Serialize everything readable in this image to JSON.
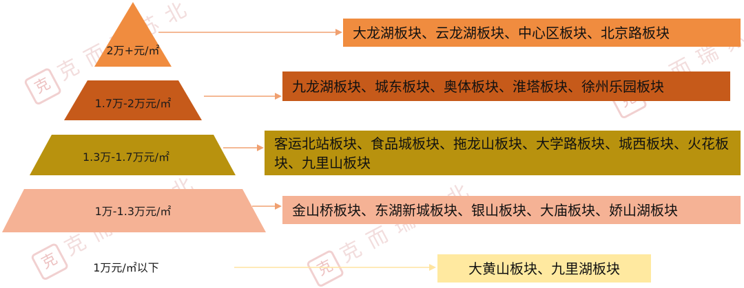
{
  "watermark": {
    "text": "克而瑞苏北",
    "seal": "克"
  },
  "colors": {
    "tier1": "#F08C3F",
    "tier2": "#C65A1A",
    "tier3": "#B8920E",
    "tier4": "#F5B295",
    "tier5": "#FFE9A0",
    "arrow": "#F0A070"
  },
  "tiers": [
    {
      "price": "2万+元/㎡",
      "areas": "大龙湖板块、云龙湖板块、中心区板块、北京路板块"
    },
    {
      "price": "1.7万-2万元/㎡",
      "areas": "九龙湖板块、城东板块、奥体板块、淮塔板块、徐州乐园板块"
    },
    {
      "price": "1.3万-1.7万元/㎡",
      "areas": "客运北站板块、食品城板块、拖龙山板块、大学路板块、城西板块、火花板块、九里山板块"
    },
    {
      "price": "1万-1.3万元/㎡",
      "areas": "金山桥板块、东湖新城板块、银山板块、大庙板块、娇山湖板块"
    },
    {
      "price": "1万元/㎡以下",
      "areas": "大黄山板块、九里湖板块"
    }
  ]
}
